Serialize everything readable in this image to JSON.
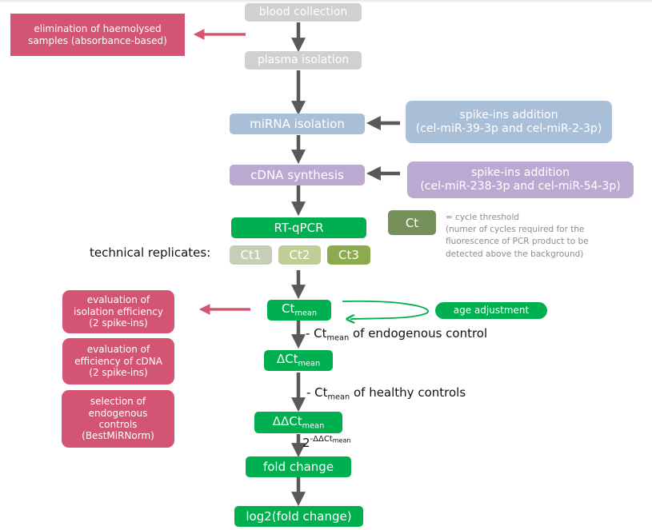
{
  "flow": {
    "blood_collection": "blood collection",
    "plasma_isolation": "plasma isolation",
    "mirna_isolation": "miRNA isolation",
    "cdna_synthesis": "cDNA synthesis",
    "rtqpcr": "RT-qPCR",
    "ct_mean": {
      "base": "Ct",
      "sub": "mean"
    },
    "delta_ct_mean": {
      "base": "ΔCt",
      "sub": "mean"
    },
    "ddelta_ct_mean": {
      "base": "ΔΔCt",
      "sub": "mean"
    },
    "fold_change": "fold change",
    "log2_fold_change": "log2(fold change)"
  },
  "side_boxes": {
    "haemolysis": [
      "elimination  of haemolysed",
      "samples (absorbance-based)"
    ],
    "spike_ins_1": {
      "title": "spike-ins  addition",
      "detail": "(cel-miR-39-3p  and cel-miR-2-3p)"
    },
    "spike_ins_2": {
      "title": "spike-ins  addition",
      "detail": "(cel-miR-238-3p  and cel-miR-54-3p)"
    },
    "age_adjustment": "age adjustment"
  },
  "replicates": {
    "label": "technical replicates:",
    "items": [
      "Ct1",
      "Ct2",
      "Ct3"
    ]
  },
  "legend": {
    "symbol": "Ct",
    "lines": [
      "= cycle threshold",
      "(numer of cycles required for the",
      "fluorescence  of PCR product to be",
      "detected  above the background)"
    ]
  },
  "quality_boxes": {
    "isolation": [
      "evaluation of",
      "isolation efficiency",
      "(2 spike-ins)"
    ],
    "cdna": [
      "evaluation of",
      "efficiency of cDNA",
      "(2 spike-ins)"
    ],
    "endogenous": [
      "selection of",
      "endogenous",
      "controls",
      "(BestMiRNorm)"
    ]
  },
  "annotations": {
    "endogenous_control": {
      "prefix": "- Ct",
      "sub": "mean",
      "suffix": " of endogenous control"
    },
    "healthy_controls": {
      "prefix": "- Ct",
      "sub": "mean",
      "suffix": " of healthy controls"
    },
    "exponent": {
      "base": "2",
      "sup_prefix": "-ΔΔCt",
      "sup_sub": "mean"
    }
  },
  "colors": {
    "gray": "#d0d0d0",
    "blue": "#a9bfd8",
    "purple": "#bca9d2",
    "green": "#00b050",
    "pink": "#d35573",
    "arrow": "#595959",
    "ct1": "#c4cfb7",
    "ct2": "#bfcd96",
    "ct3": "#8eaa4e",
    "ct_legend": "#76905a"
  }
}
